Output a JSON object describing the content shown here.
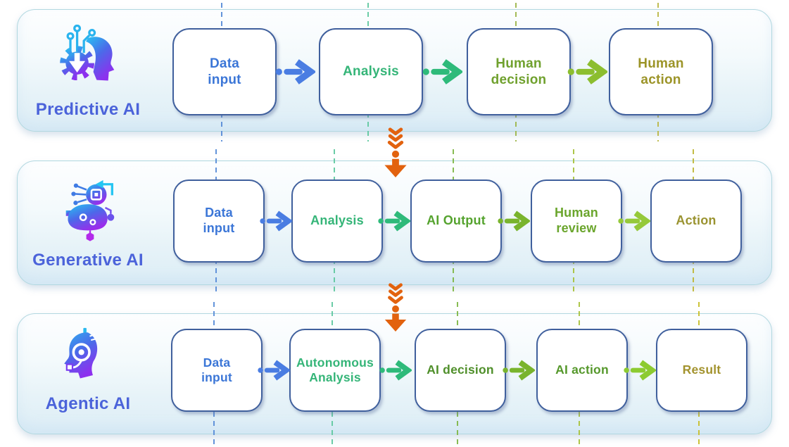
{
  "diagram": {
    "down_arrow_color": "#e2620e",
    "rows": [
      {
        "id": "predictive-ai",
        "label": "Predictive AI",
        "label_color": "#4b63da",
        "icon": "predictive-ai-icon",
        "steps": [
          {
            "text": "Data\ninput",
            "color": "#3b76d7",
            "guide_color": "#5b8ed8"
          },
          {
            "text": "Analysis",
            "color": "#35b578",
            "guide_color": "#63c9a2"
          },
          {
            "text": "Human\ndecision",
            "color": "#70a12e",
            "guide_color": "#9fb74e"
          },
          {
            "text": "Human\naction",
            "color": "#9c9428",
            "guide_color": "#bcb84a"
          }
        ],
        "arrow_colors": [
          "#4a7de2",
          "#2eba7a",
          "#8cbe2f"
        ]
      },
      {
        "id": "generative-ai",
        "label": "Generative AI",
        "label_color": "#4b63da",
        "icon": "generative-ai-icon",
        "steps": [
          {
            "text": "Data\ninput",
            "color": "#3b76d7",
            "guide_color": "#5b8ed8"
          },
          {
            "text": "Analysis",
            "color": "#35b578",
            "guide_color": "#63c9a2"
          },
          {
            "text": "AI Output",
            "color": "#55a32e",
            "guide_color": "#82b84a"
          },
          {
            "text": "Human\nreview",
            "color": "#6aa52c",
            "guide_color": "#a9c340"
          },
          {
            "text": "Action",
            "color": "#9a9330",
            "guide_color": "#c0b83c"
          }
        ],
        "arrow_colors": [
          "#4a7de2",
          "#2eba7a",
          "#79b42d",
          "#95c93a"
        ]
      },
      {
        "id": "agentic-ai",
        "label": "Agentic AI",
        "label_color": "#4b63da",
        "icon": "agentic-ai-icon",
        "steps": [
          {
            "text": "Data\ninput",
            "color": "#3b76d7",
            "guide_color": "#5b8ed8"
          },
          {
            "text": "Autonomous\nAnalysis",
            "color": "#35b578",
            "guide_color": "#63c9a2"
          },
          {
            "text": "AI decision",
            "color": "#4f8f2a",
            "guide_color": "#82b84a"
          },
          {
            "text": "AI action",
            "color": "#55982b",
            "guide_color": "#a9c340"
          },
          {
            "text": "Result",
            "color": "#a3932e",
            "guide_color": "#c9c02e"
          }
        ],
        "arrow_colors": [
          "#4a7de2",
          "#2eba7a",
          "#79b42d",
          "#8ccb31"
        ]
      }
    ]
  }
}
